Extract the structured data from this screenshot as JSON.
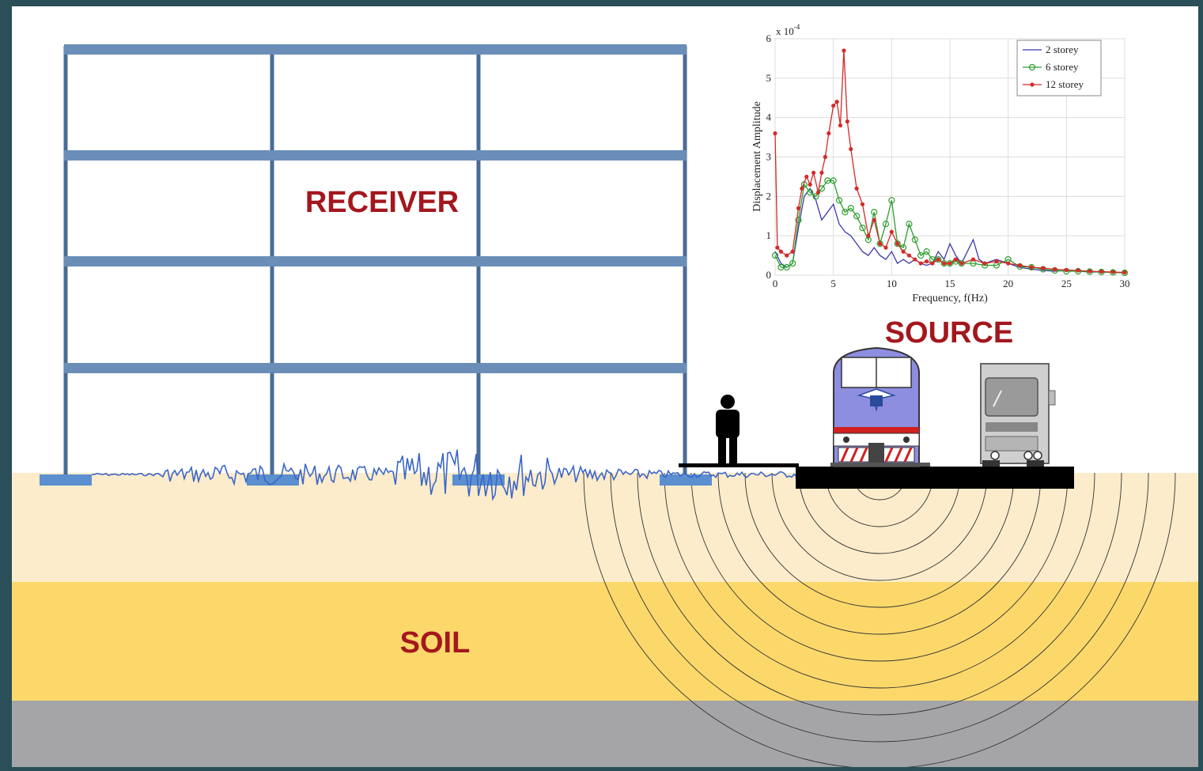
{
  "labels": {
    "receiver": "RECEIVER",
    "source": "SOURCE",
    "soil": "SOIL"
  },
  "colors": {
    "frame": "#4a6b95",
    "label_red": "#a3171d",
    "soil_light": "#fdeccb",
    "soil_dark": "#fcd86a",
    "bedrock": "#a5a5a7",
    "border": "#2a4f58",
    "signal": "#3c66c9"
  },
  "chart_data": {
    "type": "line",
    "exponent_label": "x 10",
    "exponent_power": "-4",
    "xlabel": "Frequency, f(Hz)",
    "ylabel": "Displacement Amplitude",
    "xlim": [
      0,
      30
    ],
    "ylim": [
      0,
      6
    ],
    "xticks": [
      "0",
      "5",
      "10",
      "15",
      "20",
      "25",
      "30"
    ],
    "yticks": [
      "0",
      "1",
      "2",
      "3",
      "4",
      "5",
      "6"
    ],
    "grid": true,
    "legend_position": "top-right",
    "series": [
      {
        "name": "2 storey",
        "color": "#3a3aaa",
        "marker": "none",
        "points": [
          [
            0,
            0.6
          ],
          [
            0.5,
            0.3
          ],
          [
            1,
            0.2
          ],
          [
            1.5,
            0.3
          ],
          [
            2,
            1.2
          ],
          [
            2.5,
            2.0
          ],
          [
            3,
            2.2
          ],
          [
            3.5,
            1.9
          ],
          [
            4,
            1.4
          ],
          [
            4.5,
            1.6
          ],
          [
            5,
            1.8
          ],
          [
            5.5,
            1.3
          ],
          [
            6,
            1.1
          ],
          [
            6.5,
            1.0
          ],
          [
            7,
            0.8
          ],
          [
            7.5,
            0.6
          ],
          [
            8,
            0.5
          ],
          [
            8.5,
            0.7
          ],
          [
            9,
            0.5
          ],
          [
            9.5,
            0.4
          ],
          [
            10,
            0.6
          ],
          [
            10.5,
            0.3
          ],
          [
            11,
            0.4
          ],
          [
            11.5,
            0.3
          ],
          [
            12,
            0.4
          ],
          [
            12.5,
            0.3
          ],
          [
            13,
            0.25
          ],
          [
            13.5,
            0.3
          ],
          [
            14,
            0.6
          ],
          [
            14.5,
            0.4
          ],
          [
            15,
            0.8
          ],
          [
            15.5,
            0.5
          ],
          [
            16,
            0.3
          ],
          [
            17,
            0.9
          ],
          [
            17.5,
            0.4
          ],
          [
            18,
            0.3
          ],
          [
            19,
            0.4
          ],
          [
            20,
            0.3
          ],
          [
            21,
            0.2
          ],
          [
            22,
            0.15
          ],
          [
            23,
            0.12
          ],
          [
            24,
            0.1
          ],
          [
            25,
            0.12
          ],
          [
            26,
            0.1
          ],
          [
            27,
            0.08
          ],
          [
            28,
            0.08
          ],
          [
            29,
            0.07
          ],
          [
            30,
            0.06
          ]
        ]
      },
      {
        "name": "6 storey",
        "color": "#2e9e2e",
        "marker": "circle",
        "points": [
          [
            0,
            0.5
          ],
          [
            0.5,
            0.2
          ],
          [
            1,
            0.2
          ],
          [
            1.5,
            0.3
          ],
          [
            2,
            1.4
          ],
          [
            2.5,
            2.3
          ],
          [
            3,
            2.1
          ],
          [
            3.5,
            2.0
          ],
          [
            4,
            2.2
          ],
          [
            4.5,
            2.4
          ],
          [
            5,
            2.4
          ],
          [
            5.5,
            1.9
          ],
          [
            6,
            1.6
          ],
          [
            6.5,
            1.7
          ],
          [
            7,
            1.5
          ],
          [
            7.5,
            1.2
          ],
          [
            8,
            0.9
          ],
          [
            8.5,
            1.6
          ],
          [
            9,
            0.8
          ],
          [
            9.5,
            1.3
          ],
          [
            10,
            1.9
          ],
          [
            10.5,
            0.8
          ],
          [
            11,
            0.7
          ],
          [
            11.5,
            1.3
          ],
          [
            12,
            0.9
          ],
          [
            12.5,
            0.5
          ],
          [
            13,
            0.6
          ],
          [
            13.5,
            0.4
          ],
          [
            14,
            0.4
          ],
          [
            14.5,
            0.3
          ],
          [
            15,
            0.3
          ],
          [
            15.5,
            0.35
          ],
          [
            16,
            0.3
          ],
          [
            17,
            0.3
          ],
          [
            18,
            0.25
          ],
          [
            19,
            0.25
          ],
          [
            20,
            0.4
          ],
          [
            21,
            0.22
          ],
          [
            22,
            0.2
          ],
          [
            23,
            0.15
          ],
          [
            24,
            0.12
          ],
          [
            25,
            0.1
          ],
          [
            26,
            0.1
          ],
          [
            27,
            0.09
          ],
          [
            28,
            0.08
          ],
          [
            29,
            0.07
          ],
          [
            30,
            0.06
          ]
        ]
      },
      {
        "name": "12 storey",
        "color": "#d42a2a",
        "marker": "dot",
        "points": [
          [
            0,
            3.6
          ],
          [
            0.2,
            0.7
          ],
          [
            0.5,
            0.6
          ],
          [
            1,
            0.5
          ],
          [
            1.5,
            0.6
          ],
          [
            2,
            1.7
          ],
          [
            2.3,
            2.2
          ],
          [
            2.7,
            2.5
          ],
          [
            3,
            2.3
          ],
          [
            3.3,
            2.6
          ],
          [
            3.7,
            2.1
          ],
          [
            4,
            2.6
          ],
          [
            4.3,
            3.0
          ],
          [
            4.6,
            3.6
          ],
          [
            5,
            4.3
          ],
          [
            5.3,
            4.4
          ],
          [
            5.6,
            3.8
          ],
          [
            5.9,
            5.7
          ],
          [
            6.2,
            3.9
          ],
          [
            6.5,
            3.2
          ],
          [
            7,
            2.2
          ],
          [
            7.5,
            1.8
          ],
          [
            8,
            1.0
          ],
          [
            8.5,
            1.4
          ],
          [
            9,
            0.8
          ],
          [
            9.5,
            0.7
          ],
          [
            10,
            1.1
          ],
          [
            10.5,
            0.8
          ],
          [
            11,
            0.6
          ],
          [
            11.5,
            0.5
          ],
          [
            12,
            0.4
          ],
          [
            12.5,
            0.3
          ],
          [
            13,
            0.35
          ],
          [
            13.5,
            0.3
          ],
          [
            14,
            0.4
          ],
          [
            14.5,
            0.3
          ],
          [
            15,
            0.3
          ],
          [
            15.5,
            0.4
          ],
          [
            16,
            0.3
          ],
          [
            17,
            0.4
          ],
          [
            18,
            0.3
          ],
          [
            19,
            0.35
          ],
          [
            20,
            0.3
          ],
          [
            21,
            0.25
          ],
          [
            22,
            0.2
          ],
          [
            23,
            0.18
          ],
          [
            24,
            0.15
          ],
          [
            25,
            0.13
          ],
          [
            26,
            0.12
          ],
          [
            27,
            0.1
          ],
          [
            28,
            0.09
          ],
          [
            29,
            0.08
          ],
          [
            30,
            0.07
          ]
        ]
      }
    ]
  }
}
